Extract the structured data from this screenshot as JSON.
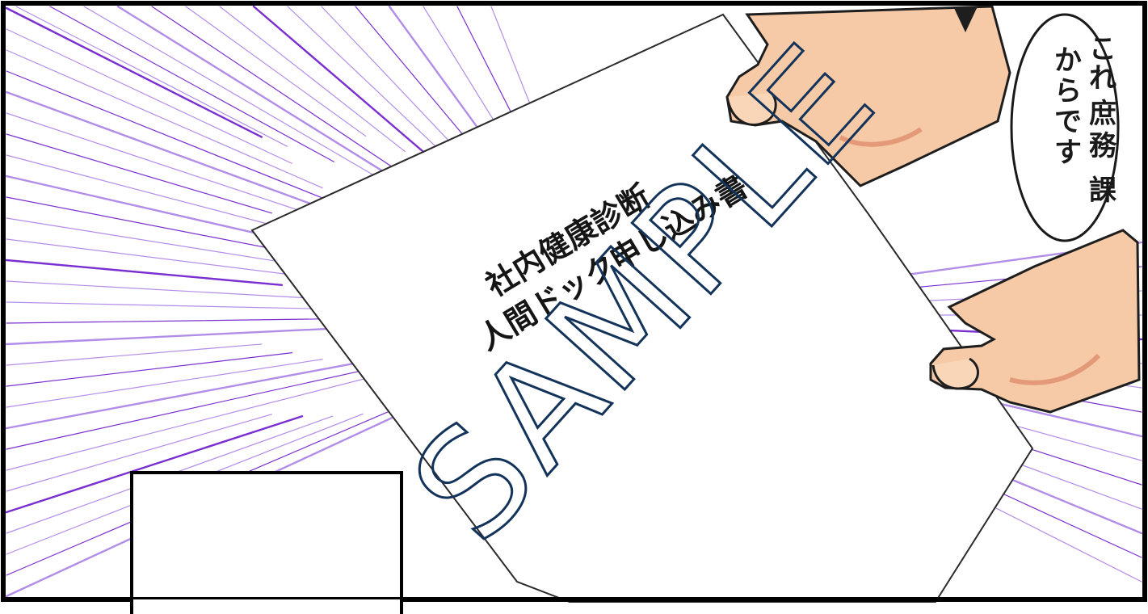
{
  "document": {
    "title_line_1": "社内健康診断",
    "title_line_2": "人間ドック申し込み書"
  },
  "speech_bubble": {
    "lines": [
      "これ",
      "からです",
      "庶務課"
    ],
    "column_1": "これ",
    "column_2": "からです",
    "column_3_prefix": "庶務課"
  },
  "speech_bubble_columns": {
    "right": "これ",
    "middle": "庶務課",
    "left": "からです"
  },
  "watermark": {
    "text": "SAMPLE"
  },
  "colors": {
    "speed_lines": "#7a2fd0",
    "skin": "#f6caa6",
    "skin_shadow": "#e49a78",
    "panel_border": "#000000",
    "watermark_outline": "#13335a"
  }
}
